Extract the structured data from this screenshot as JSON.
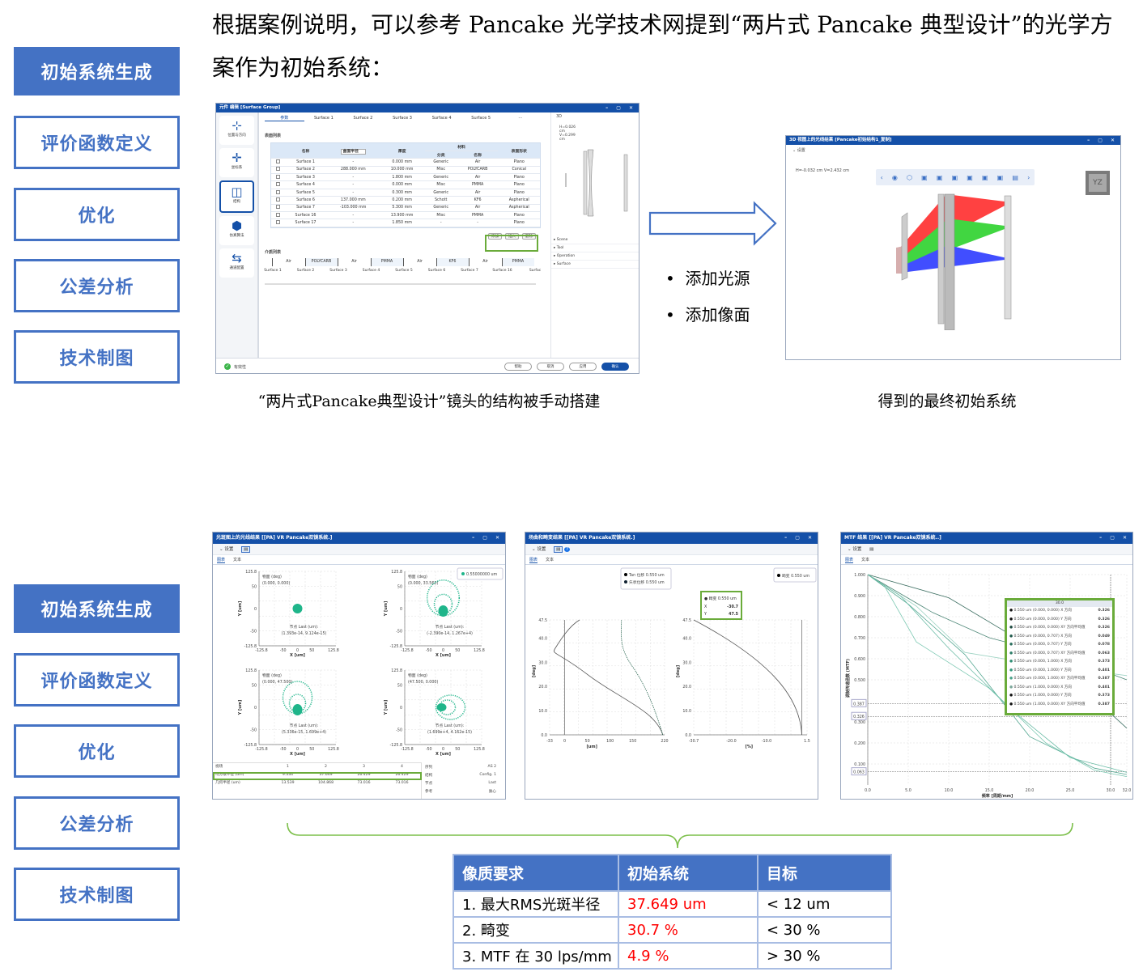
{
  "heading": "根据案例说明，可以参考 Pancake 光学技术网提到“两片式 Pancake 典型设计”的光学方案作为初始系统：",
  "nav_top": [
    "初始系统生成",
    "评价函数定义",
    "优化",
    "公差分析",
    "技术制图"
  ],
  "nav_bottom": [
    "初始系统生成",
    "评价函数定义",
    "优化",
    "公差分析",
    "技术制图"
  ],
  "colors": {
    "accent": "#4472C4",
    "titlebar": "#1450a8",
    "highlight": "#6aab3a",
    "red": "#ff0000"
  },
  "editor": {
    "title": "元件 编辑 [Surface Group]",
    "rail": [
      "位置与方向",
      "坐标系",
      "结构",
      "仿真算法",
      "通道配置"
    ],
    "tabs": [
      "参数",
      "Surface 1",
      "Surface 2",
      "Surface 3",
      "Surface 4",
      "Surface 5",
      "···"
    ],
    "surface_list_label": "表面列表",
    "col_name": "名称",
    "col_radius_select": "曲面半径",
    "col_thickness": "厚度",
    "col_material": "材料",
    "col_category": "分类",
    "col_matname": "名称",
    "col_shape": "表面形状",
    "rows": [
      [
        "Surface 1",
        "-",
        "0.000 mm",
        "Generic",
        "Air",
        "Plano"
      ],
      [
        "Surface 2",
        "288.000 mm",
        "10.000 mm",
        "Misc",
        "POLYCARB",
        "Conical"
      ],
      [
        "Surface 3",
        "-",
        "1.800 mm",
        "Generic",
        "Air",
        "Plano"
      ],
      [
        "Surface 4",
        "-",
        "0.000 mm",
        "Misc",
        "PMMA",
        "Plano"
      ],
      [
        "Surface 5",
        "-",
        "0.300 mm",
        "Generic",
        "Air",
        "Plano"
      ],
      [
        "Surface 6",
        "137.000 mm",
        "0.200 mm",
        "Schott",
        "KF6",
        "Aspherical"
      ],
      [
        "Surface 7",
        "-103.000 mm",
        "5.300 mm",
        "Generic",
        "Air",
        "Aspherical"
      ],
      [
        "Surface 16",
        "-",
        "13.900 mm",
        "Misc",
        "PMMA",
        "Plano"
      ],
      [
        "Surface 17",
        "-",
        "1.850 mm",
        "-",
        "-",
        "Plano"
      ]
    ],
    "row_buttons": [
      "添加",
      "插入",
      "删除"
    ],
    "media_label": "介质列表",
    "media": [
      "Air",
      "POLYCARB",
      "Air",
      "PMMA",
      "Air",
      "KF6",
      "Air",
      "PMMA"
    ],
    "media_surfaces": [
      "Surface 1",
      "Surface 2",
      "Surface 3",
      "Surface 4",
      "Surface 5",
      "Surface 6",
      "Surface 7",
      "Surface 16",
      "Surfac"
    ],
    "view_label": "3D",
    "coords": "H=0.026 cm V=0.299 cm",
    "tree": [
      "Scene",
      "Tool",
      "Operation",
      "Surface"
    ],
    "valid": "有效性",
    "buttons": [
      "帮助",
      "取消",
      "应用",
      "确认"
    ]
  },
  "bullets": [
    "添加光源",
    "添加像面"
  ],
  "view3d": {
    "title": "3D 视图上的光线结果 [Pancake初始结构1_复制]",
    "settings": "设置",
    "coords": "H=-0.032 cm V=2.432 cm",
    "cube": "YZ"
  },
  "caption_left": "“两片式Pancake典型设计”镜头的结构被手动搭建",
  "caption_right": "得到的最终初始系统",
  "spot": {
    "title": "光斑图上的光线结果 [[PA] VR Pancake双镜系统.]",
    "settings": "设置",
    "tabs": [
      "图表",
      "文本"
    ],
    "legend": "0.55000000 um",
    "ticks": [
      "125.8",
      "50",
      "0",
      "-50",
      "-125.8"
    ],
    "xticks": [
      "-125.8",
      "-50",
      "0",
      "50",
      "125.8"
    ],
    "xlabel": "X [um]",
    "ylabel": "Y [um]",
    "field_label": "物面 (deg)",
    "image_label": "节点 Last (um):",
    "plots": [
      {
        "field": "(0.000, 0.000)",
        "image": "(1.393e-14, 9.124e-15)"
      },
      {
        "field": "(0.000, 33.563)",
        "image": "(-2.390e-14, 1.267e+4)"
      },
      {
        "field": "(0.000, 47.500)",
        "image": "(5.336e-15, 1.699e+4)"
      },
      {
        "field": "(47.500, 0.000)",
        "image": "(1.699e+4, 4.162e-15)"
      }
    ],
    "table_head": [
      "视场",
      "1",
      "2",
      "3",
      "4"
    ],
    "table_rows": [
      [
        "均方根半径 (um)",
        "9.334",
        "37.649",
        "26.429",
        "26.429"
      ],
      [
        "几何半径 (um)",
        "13.539",
        "104.868",
        "73.016",
        "73.016"
      ]
    ],
    "info": [
      [
        "序列",
        "AS 2"
      ],
      [
        "结构",
        "Config. 1"
      ],
      [
        "节点",
        "Last"
      ],
      [
        "参考",
        "质心"
      ]
    ]
  },
  "dist": {
    "title": "场曲和畸变结果 [[PA] VR Pancake双镜系统.]",
    "settings": "设置",
    "tabs": [
      "图表",
      "文本"
    ],
    "legend_left": [
      "Tan 位移 0.550 um",
      "矢状位移 0.550 um"
    ],
    "legend_right": "畸变 0.550 um",
    "tip_title": "畸变 0.550 um",
    "tip_x": "-30.7",
    "tip_y": "47.5",
    "yticks": [
      "47.5",
      "40.0",
      "30.0",
      "20.0",
      "10.0",
      "0.0"
    ],
    "xticks_left": [
      "-33",
      "0",
      "50",
      "100",
      "150",
      "220"
    ],
    "xticks_right": [
      "-30.7",
      "-20.0",
      "-10.0",
      "1.5"
    ],
    "ylabel": "[deg]",
    "xlabel_left": "[um]",
    "xlabel_right": "[%]"
  },
  "mtf": {
    "title": "MTF 结果 [[PA] VR Pancake双镜系统..]",
    "settings": "设置",
    "tabs": [
      "图表",
      "文本"
    ],
    "yticks": [
      "1.000",
      "0.900",
      "0.800",
      "0.700",
      "0.600",
      "0.500",
      "0.300",
      "0.200",
      "0.100"
    ],
    "xticks": [
      "0.0",
      "5.0",
      "10.0",
      "15.0",
      "20.0",
      "25.0",
      "30.0",
      "32.0"
    ],
    "marks": [
      "0.387",
      "0.326",
      "0.063"
    ],
    "ylabel": "调制传递函数 (MTF)",
    "xlabel": "频率 [周期/mm]",
    "legend_title": "30.0",
    "legend": [
      [
        "0.550 um (0.000, 0.000) X 方向",
        "0.326"
      ],
      [
        "0.550 um (0.000, 0.000) Y 方向",
        "0.326"
      ],
      [
        "0.550 um (0.000, 0.000) XY 方向平均值",
        "0.326"
      ],
      [
        "0.550 um (0.000, 0.707) X 方向",
        "0.049"
      ],
      [
        "0.550 um (0.000, 0.707) Y 方向",
        "0.078"
      ],
      [
        "0.550 um (0.000, 0.707) XY 方向平均值",
        "0.063"
      ],
      [
        "0.550 um (0.000, 1.000) X 方向",
        "0.373"
      ],
      [
        "0.550 um (0.000, 1.000) Y 方向",
        "0.401"
      ],
      [
        "0.550 um (0.000, 1.000) XY 方向平均值",
        "0.387"
      ],
      [
        "0.550 um (1.000, 0.000) X 方向",
        "0.401"
      ],
      [
        "0.550 um (1.000, 0.000) Y 方向",
        "0.373"
      ],
      [
        "0.550 um (1.000, 0.000) XY 方向平均值",
        "0.387"
      ]
    ]
  },
  "req_table": {
    "headers": [
      "像质要求",
      "初始系统",
      "目标"
    ],
    "rows": [
      [
        "1. 最大RMS光斑半径",
        "37.649 um",
        "< 12 um"
      ],
      [
        "2. 畸变",
        "30.7 %",
        "< 30 %"
      ],
      [
        "3. MTF 在 30 lps/mm",
        "4.9 %",
        "> 30 %"
      ]
    ]
  }
}
